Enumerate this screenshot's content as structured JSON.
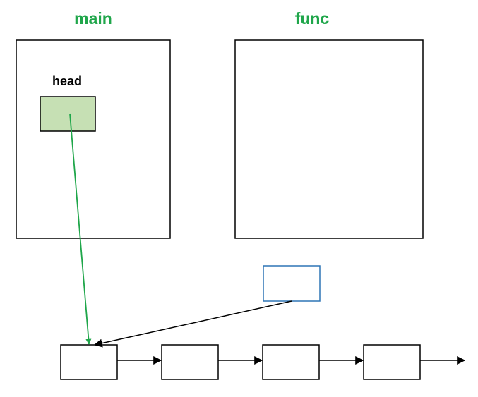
{
  "frames": {
    "main": {
      "title": "main"
    },
    "func": {
      "title": "func"
    }
  },
  "variables": {
    "head": {
      "label": "head"
    }
  },
  "colors": {
    "frame_title": "#1fa64a",
    "stack_frame_border": "#000000",
    "head_fill": "#c6e0b4",
    "head_pointer": "#1fa64a",
    "func_pointer_box_border": "#2e75b6",
    "node_border": "#000000",
    "arrow": "#000000"
  },
  "linked_list": {
    "node_count": 4,
    "terminates_with_arrow": true
  },
  "pointers": [
    {
      "from": "head",
      "to": "node-1",
      "color": "green"
    },
    {
      "from": "func-pointer-box",
      "to": "node-1",
      "color": "black"
    }
  ]
}
